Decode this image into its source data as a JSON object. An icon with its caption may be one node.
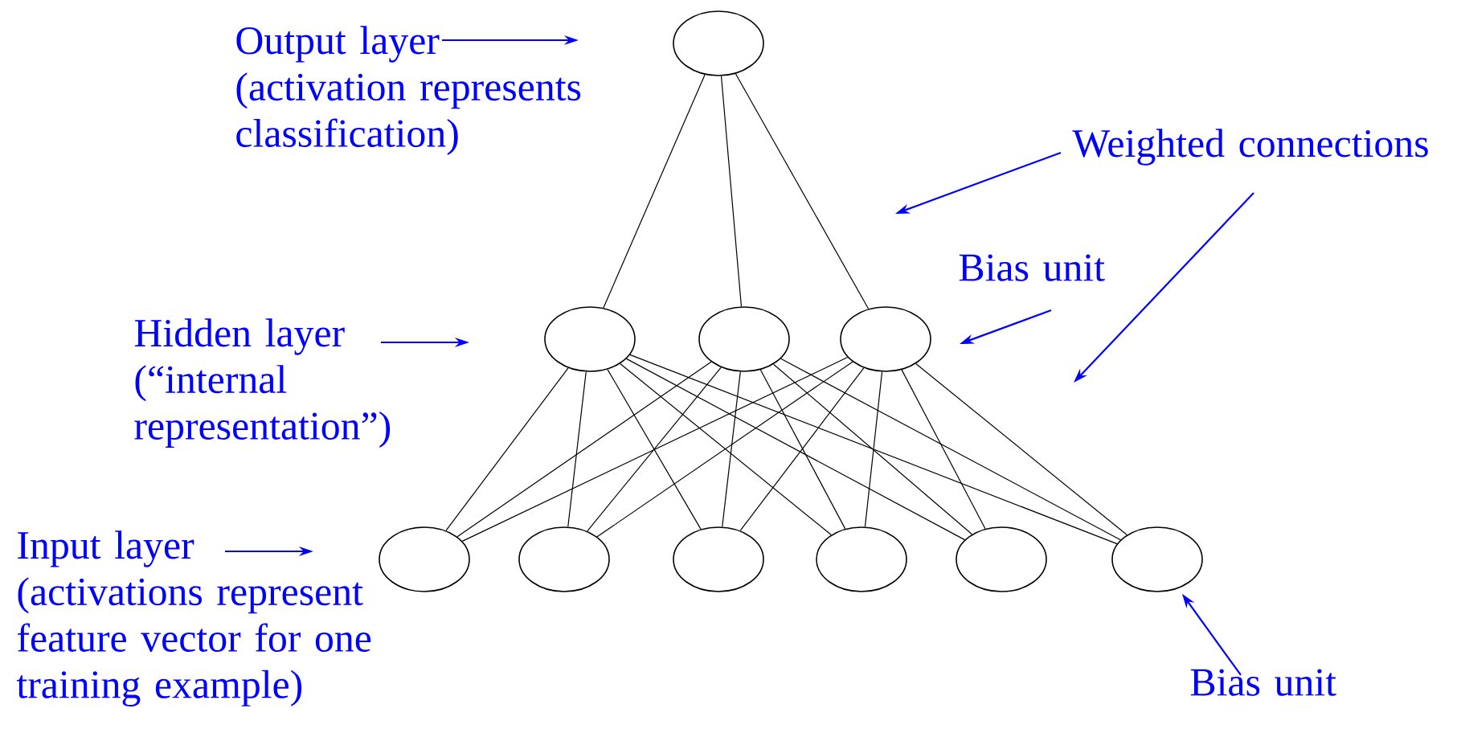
{
  "diagram": {
    "nodes": [
      {
        "text": [],
        "shape": "circle"
      },
      {
        "text": [],
        "shape": "circle"
      },
      {
        "text": [],
        "shape": "circle"
      },
      {
        "text": [],
        "shape": "circle"
      },
      {
        "text": [],
        "shape": "circle"
      },
      {
        "text": [],
        "shape": "circle"
      },
      {
        "text": [],
        "shape": "circle"
      },
      {
        "text": [],
        "shape": "circle"
      },
      {
        "text": [],
        "shape": "circle"
      },
      {
        "text": [],
        "shape": "circle"
      },
      {
        "text": [
          "Output layer",
          "(activation represents classification)"
        ]
      },
      {
        "text": [
          "Hidden layer",
          "(“internal representation”)"
        ]
      },
      {
        "text": [
          "Input layer",
          "(activations represent feature vector for one training example)"
        ]
      },
      {
        "text": [
          "Weighted connections"
        ]
      },
      {
        "text": [
          "Bias unit"
        ]
      },
      {
        "text": [
          "Bias unit"
        ]
      }
    ],
    "edges": [
      {
        "from": 0,
        "to": 1,
        "arrow": "none"
      },
      {
        "from": 0,
        "to": 2,
        "arrow": "none"
      },
      {
        "from": 0,
        "to": 3,
        "arrow": "none"
      },
      {
        "from": 1,
        "to": 4,
        "arrow": "none"
      },
      {
        "from": 1,
        "to": 5,
        "arrow": "none"
      },
      {
        "from": 1,
        "to": 6,
        "arrow": "none"
      },
      {
        "from": 1,
        "to": 7,
        "arrow": "none"
      },
      {
        "from": 1,
        "to": 8,
        "arrow": "none"
      },
      {
        "from": 1,
        "to": 9,
        "arrow": "none"
      },
      {
        "from": 2,
        "to": 4,
        "arrow": "none"
      },
      {
        "from": 2,
        "to": 5,
        "arrow": "none"
      },
      {
        "from": 2,
        "to": 6,
        "arrow": "none"
      },
      {
        "from": 2,
        "to": 7,
        "arrow": "none"
      },
      {
        "from": 2,
        "to": 8,
        "arrow": "none"
      },
      {
        "from": 2,
        "to": 9,
        "arrow": "none"
      },
      {
        "from": 3,
        "to": 4,
        "arrow": "none"
      },
      {
        "from": 3,
        "to": 5,
        "arrow": "none"
      },
      {
        "from": 3,
        "to": 6,
        "arrow": "none"
      },
      {
        "from": 3,
        "to": 7,
        "arrow": "none"
      },
      {
        "from": 3,
        "to": 8,
        "arrow": "none"
      },
      {
        "from": 3,
        "to": 9,
        "arrow": "none"
      },
      {
        "from": 10,
        "to": null,
        "arrow": "to",
        "color": "#0000ff"
      },
      {
        "from": 11,
        "to": null,
        "arrow": "to",
        "color": "#0000ff"
      },
      {
        "from": 12,
        "to": null,
        "arrow": "to",
        "color": "#0000ff"
      },
      {
        "from": 13,
        "to": null,
        "arrow": "to",
        "color": "#0000ff"
      },
      {
        "from": 13,
        "to": null,
        "arrow": "to",
        "color": "#0000ff"
      },
      {
        "from": 14,
        "to": null,
        "arrow": "to",
        "color": "#0000ff"
      },
      {
        "from": 15,
        "to": 9,
        "arrow": "to",
        "color": "#0000ff"
      }
    ]
  }
}
